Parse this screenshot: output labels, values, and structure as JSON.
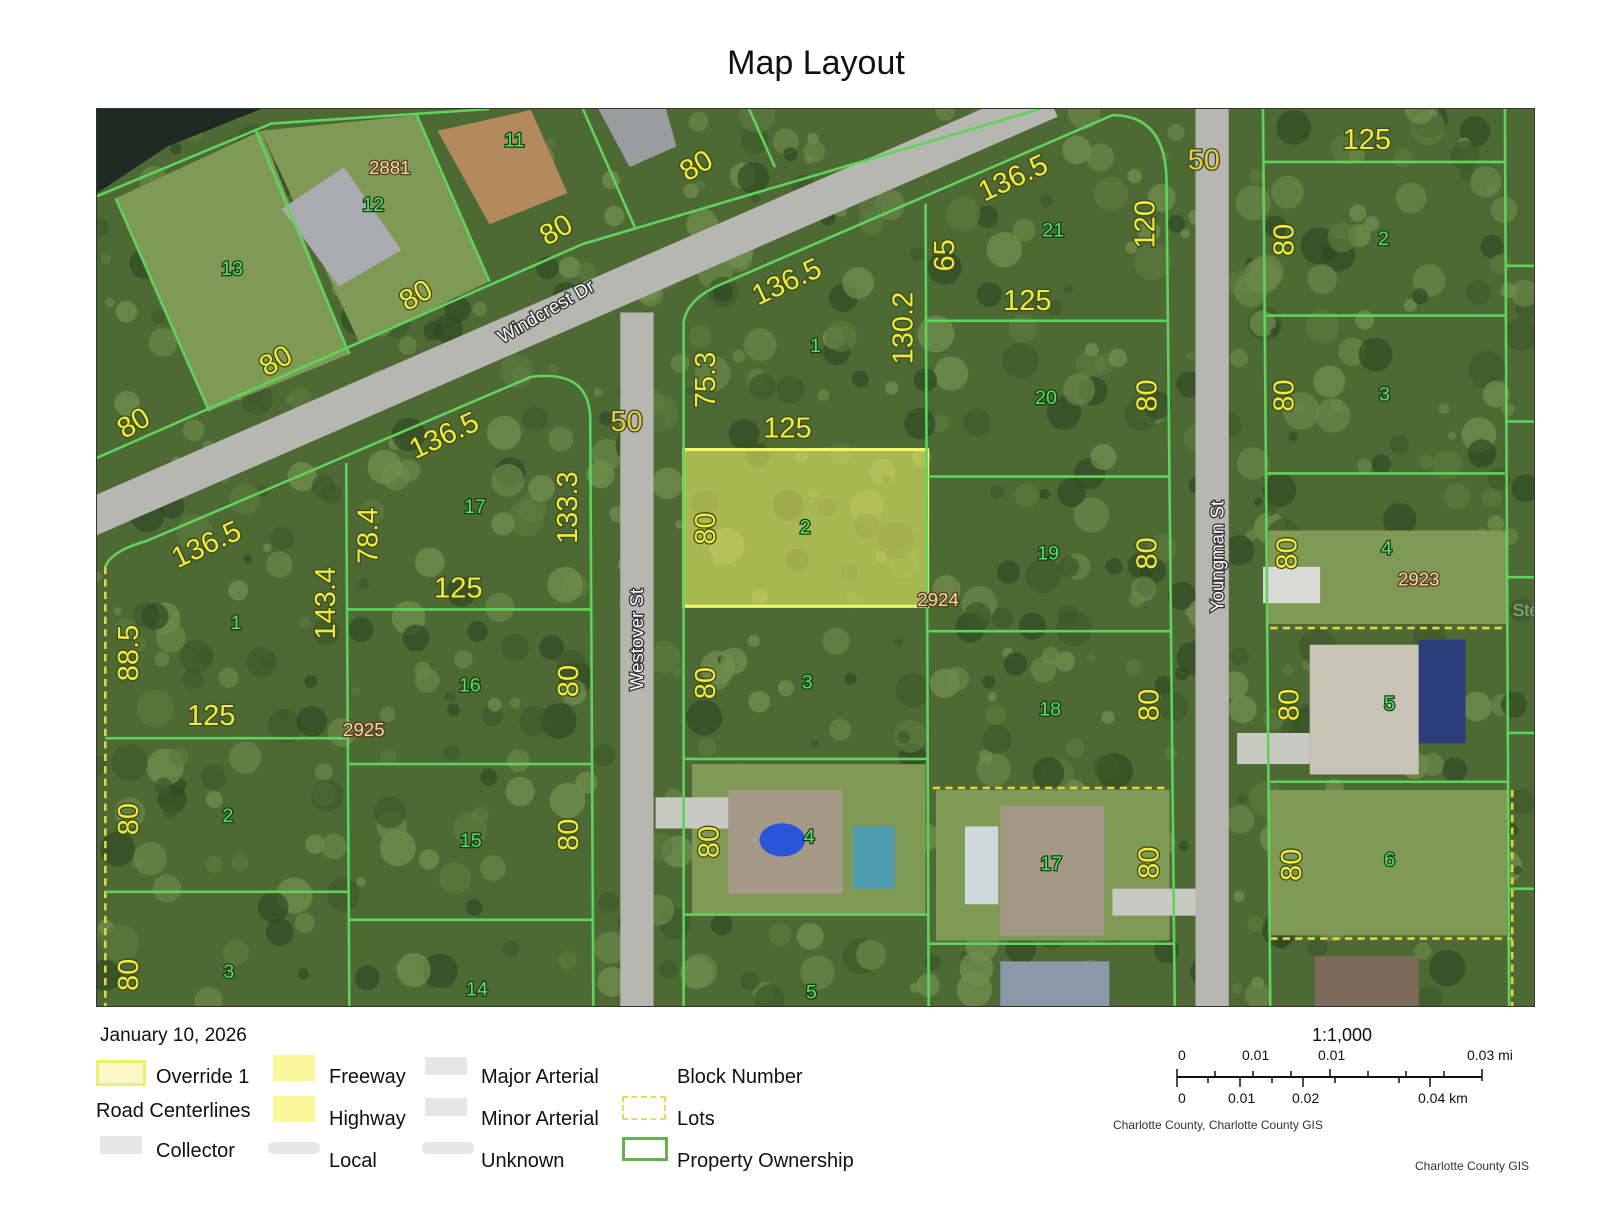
{
  "title": "Map Layout",
  "date": "January 10, 2026",
  "legend": {
    "override": "Override 1",
    "road_centerlines": "Road Centerlines",
    "collector": "Collector",
    "freeway": "Freeway",
    "highway": "Highway",
    "local": "Local",
    "major_arterial": "Major Arterial",
    "minor_arterial": "Minor Arterial",
    "unknown": "Unknown",
    "block_number": "Block Number",
    "lots": "Lots",
    "property_ownership": "Property Ownership"
  },
  "scale": {
    "ratio": "1:1,000",
    "mi_labels": [
      "0",
      "0.01",
      "0.01",
      "0.03 mi"
    ],
    "km_labels": [
      "0",
      "0.01",
      "0.02",
      "0.04 km"
    ]
  },
  "credits": {
    "attribution": "Charlotte County, Charlotte County GIS",
    "source": "Charlotte County GIS"
  },
  "map": {
    "streets": [
      "Windcrest Dr",
      "Westover St",
      "Youngman St"
    ],
    "dimension_labels": [
      "80",
      "80",
      "80",
      "80",
      "80",
      "136.5",
      "120",
      "65",
      "125",
      "136.5",
      "130.2",
      "75.3",
      "125",
      "80",
      "136.5",
      "133.3",
      "78.4",
      "125",
      "136.5",
      "143.4",
      "88.5",
      "125",
      "80",
      "80",
      "80",
      "80",
      "80",
      "80",
      "80",
      "80",
      "80",
      "80",
      "125",
      "80",
      "80",
      "80",
      "80",
      "80",
      "50",
      "50"
    ],
    "lot_numbers": [
      "11",
      "12",
      "13",
      "21",
      "1",
      "20",
      "2",
      "3",
      "17",
      "2",
      "19",
      "4",
      "1",
      "16",
      "3",
      "18",
      "5",
      "2",
      "15",
      "4",
      "17",
      "6",
      "3",
      "14",
      "5"
    ],
    "addresses": [
      "2881",
      "2924",
      "2925",
      "2923"
    ],
    "watermark": "StellarMLS",
    "highlighted_lot": "2",
    "colors": {
      "parcel_line": "#5fd35a",
      "dimension_text": "#f2ea3a",
      "highlight": "#f3f56a",
      "lots_dashed": "#e8d23a",
      "road": "#b9b9b4"
    }
  }
}
